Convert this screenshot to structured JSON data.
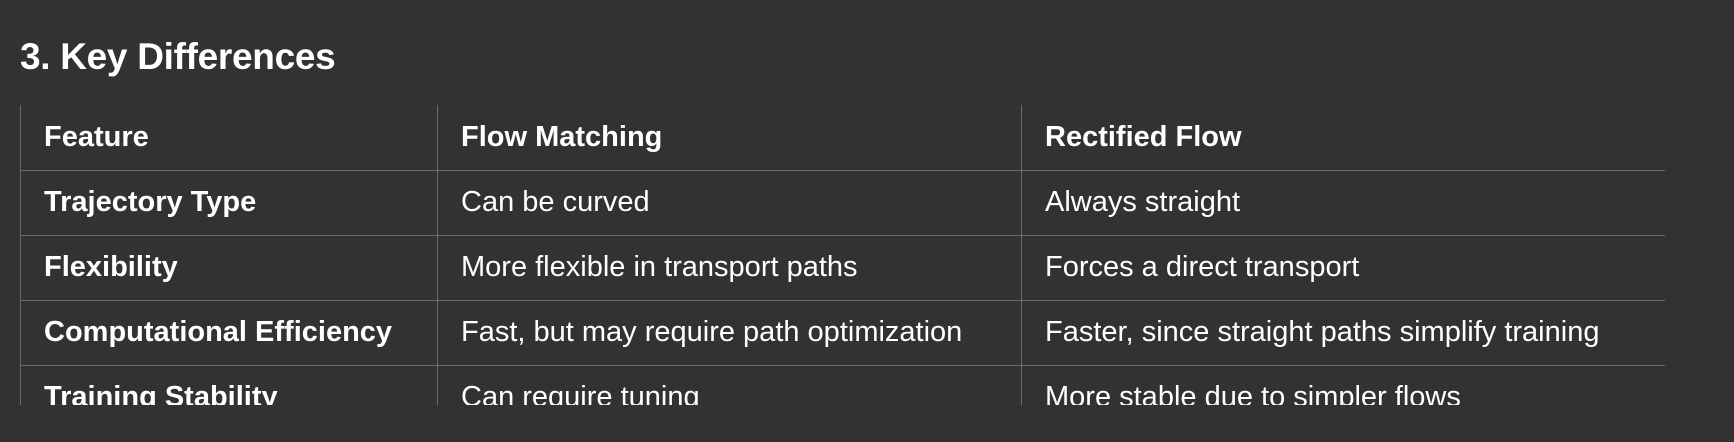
{
  "section": {
    "title": "3. Key Differences"
  },
  "table": {
    "headers": [
      "Feature",
      "Flow Matching",
      "Rectified Flow"
    ],
    "rows": [
      [
        "Trajectory Type",
        "Can be curved",
        "Always straight"
      ],
      [
        "Flexibility",
        "More flexible in transport paths",
        "Forces a direct transport"
      ],
      [
        "Computational Efficiency",
        "Fast, but may require path optimization",
        "Faster, since straight paths simplify training"
      ],
      [
        "Training Stability",
        "Can require tuning",
        "More stable due to simpler flows"
      ]
    ]
  }
}
